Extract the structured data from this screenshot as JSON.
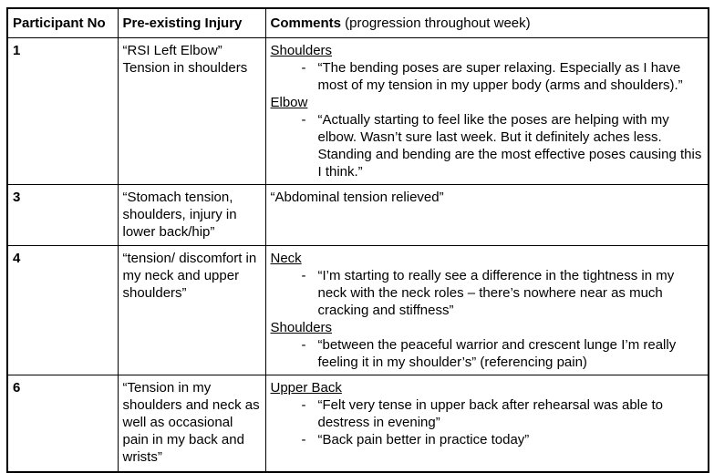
{
  "table": {
    "headers": {
      "participant": "Participant No",
      "injury": "Pre-existing Injury",
      "comments_bold": "Comments",
      "comments_note": " (progression throughout week)"
    },
    "bullet_marker": "-",
    "rows": [
      {
        "participant": "1",
        "injury": [
          "“RSI Left Elbow”",
          "Tension in shoulders"
        ],
        "comments_style": "small",
        "comments": [
          {
            "type": "heading",
            "text": "Shoulders"
          },
          {
            "type": "bullet",
            "text": "“The bending poses are super relaxing. Especially as I have most of my tension in my upper body (arms and shoulders).”"
          },
          {
            "type": "heading",
            "text": "Elbow"
          },
          {
            "type": "bullet",
            "text": "“Actually starting to feel like the poses are helping with my elbow. Wasn’t sure last week. But it definitely aches less. Standing and bending are the most effective poses causing this I think.”"
          }
        ]
      },
      {
        "participant": "3",
        "injury": [
          "“Stomach tension, shoulders, injury in lower back/hip”"
        ],
        "comments_style": "normal",
        "comments": [
          {
            "type": "text",
            "text": "“Abdominal tension relieved”"
          }
        ]
      },
      {
        "participant": "4",
        "injury": [
          "“tension/ discomfort in my neck and upper shoulders”"
        ],
        "comments_style": "small",
        "comments": [
          {
            "type": "heading",
            "text": "Neck"
          },
          {
            "type": "bullet",
            "text": "“I’m starting to really see a difference in the tightness in my neck with the neck roles – there’s nowhere near as much cracking and stiffness”"
          },
          {
            "type": "heading",
            "text": "Shoulders"
          },
          {
            "type": "bullet",
            "text": "“between the peaceful warrior and crescent lunge I’m really feeling it in my shoulder’s” (referencing pain)"
          }
        ]
      },
      {
        "participant": "6",
        "injury": [
          "“Tension in my shoulders and neck as well as occasional pain in my back and wrists”"
        ],
        "comments_style": "small",
        "comments": [
          {
            "type": "heading",
            "text": "Upper Back"
          },
          {
            "type": "bullet",
            "text": "“Felt very tense in upper back after rehearsal was able to destress in evening”"
          },
          {
            "type": "bullet",
            "text": "“Back pain better in practice today”"
          }
        ]
      }
    ]
  }
}
